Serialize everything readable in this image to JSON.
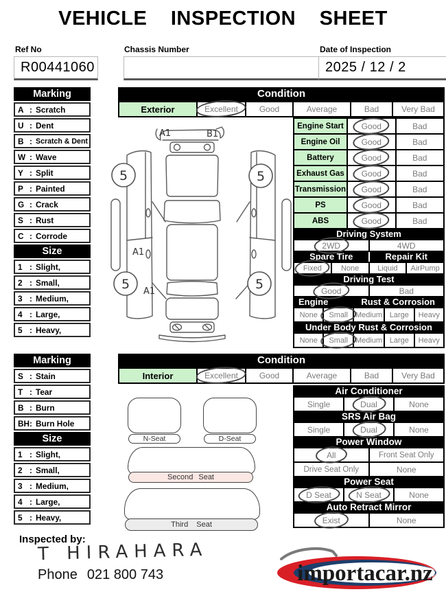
{
  "title": "VEHICLE INSPECTION SHEET",
  "sep": ":",
  "header": {
    "ref_no_label": "Ref No",
    "ref_no_value": "R00441060",
    "chassis_label": "Chassis Number",
    "chassis_value": "",
    "date_label": "Date of Inspection",
    "date_value": "2025 / 12 / 2"
  },
  "exterior_marking": {
    "title": "Marking",
    "items": [
      {
        "code": "A",
        "label": "Scratch"
      },
      {
        "code": "U",
        "label": "Dent"
      },
      {
        "code": "B",
        "label": "Scratch & Dent"
      },
      {
        "code": "W",
        "label": "Wave"
      },
      {
        "code": "Y",
        "label": "Split"
      },
      {
        "code": "P",
        "label": "Painted"
      },
      {
        "code": "G",
        "label": "Crack"
      },
      {
        "code": "S",
        "label": "Rust"
      },
      {
        "code": "C",
        "label": "Corrode"
      }
    ],
    "size_title": "Size",
    "sizes": [
      {
        "code": "1",
        "label": "Slight,"
      },
      {
        "code": "2",
        "label": "Small,"
      },
      {
        "code": "3",
        "label": "Medium,"
      },
      {
        "code": "4",
        "label": "Large,"
      },
      {
        "code": "5",
        "label": "Heavy,"
      }
    ]
  },
  "interior_marking": {
    "title": "Marking",
    "items": [
      {
        "code": "S",
        "label": "Stain"
      },
      {
        "code": "T",
        "label": "Tear"
      },
      {
        "code": "B",
        "label": "Burn"
      },
      {
        "code": "BH",
        "label": "Burn Hole"
      }
    ],
    "size_title": "Size",
    "sizes": [
      {
        "code": "1",
        "label": "Slight,"
      },
      {
        "code": "2",
        "label": "Small,"
      },
      {
        "code": "3",
        "label": "Medium,"
      },
      {
        "code": "4",
        "label": "Large,"
      },
      {
        "code": "5",
        "label": "Heavy,"
      }
    ]
  },
  "exterior_condition": {
    "title": "Condition",
    "row_label": "Exterior",
    "options": [
      "Excellent",
      "Good",
      "Average",
      "Bad",
      "Very Bad"
    ],
    "selected": "Excellent"
  },
  "interior_condition": {
    "title": "Condition",
    "row_label": "Interior",
    "options": [
      "Excellent",
      "Good",
      "Average",
      "Bad",
      "Very Bad"
    ],
    "selected": "Excellent"
  },
  "mechanical": {
    "rows": [
      {
        "label": "Engine Start",
        "options": [
          "Good",
          "Bad"
        ],
        "selected": "Good"
      },
      {
        "label": "Engine Oil",
        "options": [
          "Good",
          "Bad"
        ],
        "selected": "Good"
      },
      {
        "label": "Battery",
        "options": [
          "Good",
          "Bad"
        ],
        "selected": "Good"
      },
      {
        "label": "Exhaust Gas",
        "options": [
          "Good",
          "Bad"
        ],
        "selected": "Good"
      },
      {
        "label": "Transmission",
        "options": [
          "Good",
          "Bad"
        ],
        "selected": "Good"
      },
      {
        "label": "PS",
        "options": [
          "Good",
          "Bad"
        ],
        "selected": "Good"
      },
      {
        "label": "ABS",
        "options": [
          "Good",
          "Bad"
        ],
        "selected": "Good"
      }
    ]
  },
  "driving_system": {
    "title": "Driving System",
    "options": [
      "2WD",
      "4WD"
    ],
    "selected": "2WD"
  },
  "spare_tire": {
    "title": "Spare Tire",
    "options": [
      "Fixed",
      "None"
    ],
    "selected": "Fixed"
  },
  "repair_kit": {
    "title": "Repair Kit",
    "options": [
      "Liquid",
      "AirPump"
    ],
    "selected": ""
  },
  "driving_test": {
    "title": "Driving Test",
    "options": [
      "Good",
      "Bad"
    ],
    "selected": "Good"
  },
  "engine_rust": {
    "title_left": "Engine",
    "title_right": "Rust & Corrosion",
    "options": [
      "None",
      "Small",
      "Medium",
      "Large",
      "Heavy"
    ],
    "selected": "Small"
  },
  "underbody_rust": {
    "title": "Under Body Rust & Corrosion",
    "options": [
      "None",
      "Small",
      "Medium",
      "Large",
      "Heavy"
    ],
    "selected": "Small"
  },
  "air_conditioner": {
    "title": "Air Conditioner",
    "options": [
      "Single",
      "Dual",
      "None"
    ],
    "selected": "Dual"
  },
  "srs_air_bag": {
    "title": "SRS Air Bag",
    "options": [
      "Single",
      "Dual",
      "None"
    ],
    "selected": "Dual"
  },
  "power_window": {
    "title": "Power Window",
    "rows": [
      {
        "options": [
          "All",
          "Front Seat Only"
        ],
        "selected": "All"
      },
      {
        "options": [
          "Drive Seat Only",
          "None"
        ],
        "selected": ""
      }
    ]
  },
  "power_seat": {
    "title": "Power Seat",
    "options": [
      "D Seat",
      "N Seat",
      "None"
    ],
    "selected": [
      "D Seat",
      "N Seat"
    ]
  },
  "auto_retract_mirror": {
    "title": "Auto Retract Mirror",
    "options": [
      "Exist",
      "None"
    ],
    "selected": "Exist"
  },
  "car_diagram": {
    "front_left_mark": "A1",
    "front_right_mark": "B1",
    "side_mark_1": "A1",
    "side_mark_2": "A1",
    "wheel_mark": "5"
  },
  "seat_diagram": {
    "n_seat": "N-Seat",
    "d_seat": "D-Seat",
    "second_seat": "Second Seat",
    "third_seat": "Third Seat"
  },
  "footer": {
    "inspected_by_label": "Inspected by:",
    "signature": "T HIRAHARA",
    "phone_label": "Phone",
    "phone_number": "021 800 743",
    "logo_text": "importacar.nz"
  },
  "colors": {
    "highlight_green": "#ccf2cc",
    "second_seat_pink": "#fbe7e4",
    "third_seat_gray": "#ececec",
    "logo_red": "#d81f26",
    "logo_blue": "#1d3e6b",
    "circle_ink": "#474747"
  }
}
